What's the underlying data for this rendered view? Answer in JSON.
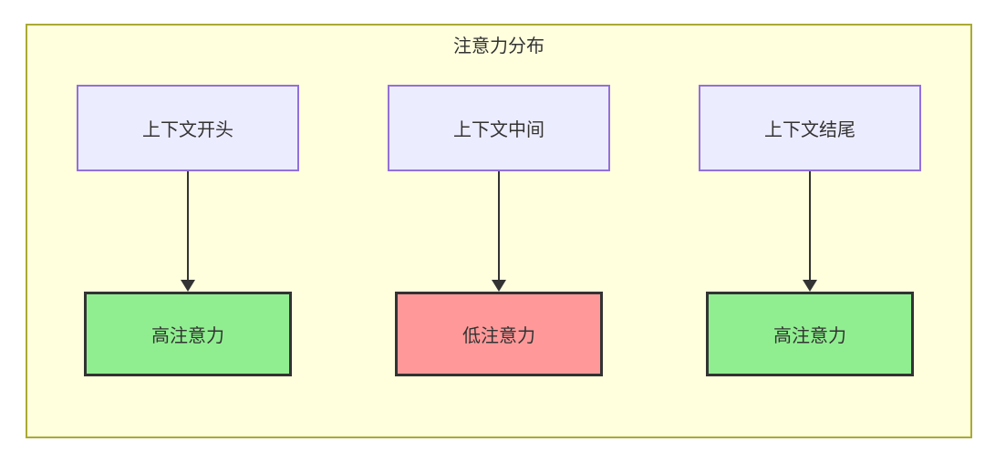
{
  "diagram": {
    "title": "注意力分布",
    "columns": [
      {
        "top": {
          "label": "上下文开头"
        },
        "bottom": {
          "label": "高注意力",
          "status": "high"
        }
      },
      {
        "top": {
          "label": "上下文中间"
        },
        "bottom": {
          "label": "低注意力",
          "status": "low"
        }
      },
      {
        "top": {
          "label": "上下文结尾"
        },
        "bottom": {
          "label": "高注意力",
          "status": "high"
        }
      }
    ]
  },
  "colors": {
    "subgraph-fill": "#ffffde",
    "subgraph-stroke": "#aaaa33",
    "top-node-fill": "#ECECFF",
    "top-node-stroke": "#9370DB",
    "high-fill": "#90EE90",
    "low-fill": "#FF9999",
    "node-stroke": "#333333",
    "arrow": "#333333",
    "text": "#333333"
  }
}
